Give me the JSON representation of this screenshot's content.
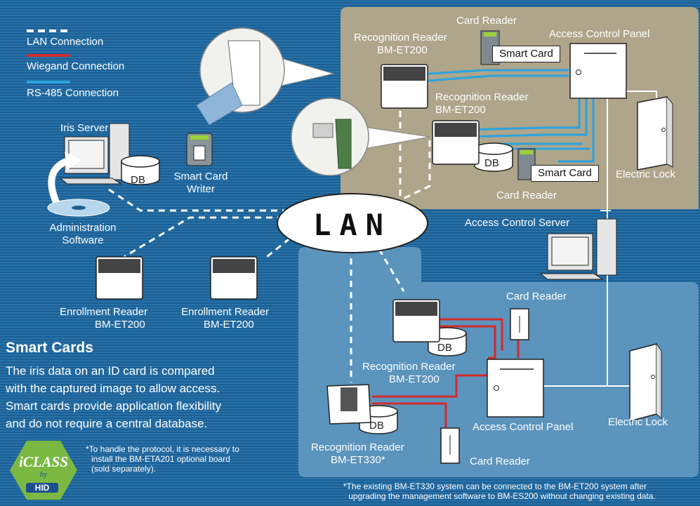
{
  "legend": {
    "lan": "LAN Connection",
    "wiegand": "Wiegand Connection",
    "rs485": "RS-485 Connection"
  },
  "lan_label": "LAN",
  "labels": {
    "iris_server": "Iris Server",
    "db": "DB",
    "smart_card_writer": "Smart Card Writer",
    "admin_software": "Administration Software",
    "enrollment_reader": "Enrollment Reader",
    "model_et200": "BM-ET200",
    "recognition_reader": "Recognition Reader",
    "card_reader": "Card Reader",
    "smart_card": "Smart Card",
    "access_control_panel": "Access Control Panel",
    "electric_lock": "Electric Lock",
    "access_control_server": "Access Control Server",
    "model_et330": "BM-ET330*"
  },
  "smart_cards": {
    "heading": "Smart Cards",
    "lines": [
      "The iris data on an ID card is compared",
      "with the captured image to allow access.",
      "Smart cards provide application flexibility",
      "and do not require a central database."
    ]
  },
  "footnote1": [
    "*To handle the protocol, it is necessary to",
    "install the BM-ETA201 optional board",
    "(sold separately)."
  ],
  "footnote2": [
    "*The existing BM-ET330 system can be connected to the BM-ET200 system after",
    "upgrading the management software to BM-ES200 without changing existing data."
  ],
  "logo": {
    "text": "iCLASS",
    "by": "by",
    "brand": "HID"
  },
  "colors": {
    "lan": "#ffffff",
    "wiegand": "#d42a2a",
    "rs485": "#29a3e0",
    "panel_top": "#aea58a",
    "panel_bottom": "#5b94bd"
  }
}
